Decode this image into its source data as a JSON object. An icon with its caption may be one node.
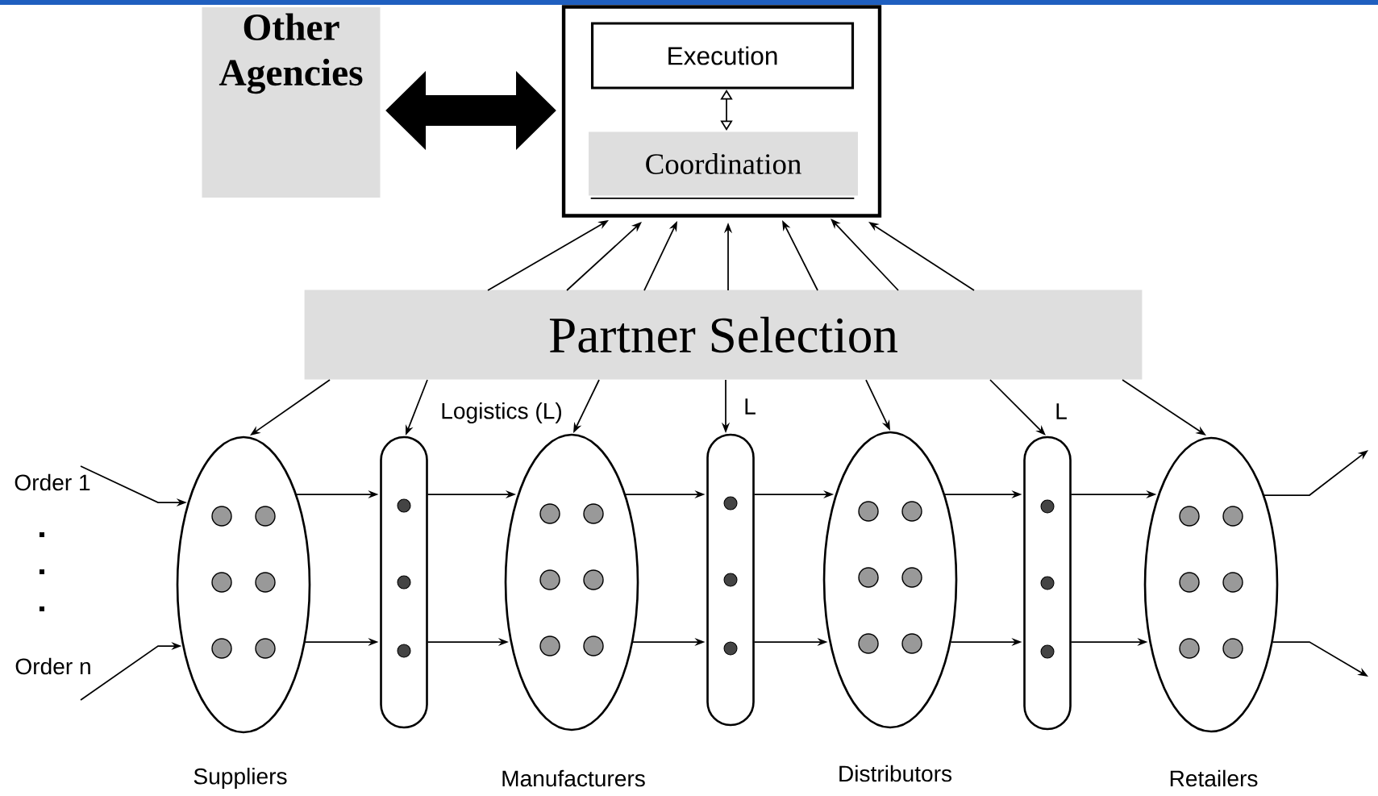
{
  "diagram": {
    "nodes": [
      {
        "text": [
          "Other Agencies"
        ]
      },
      {
        "text": [],
        "shape": "box"
      },
      {
        "text": [
          "Execution"
        ],
        "in": 1
      },
      {
        "text": [
          "Coordination"
        ],
        "in": 1
      },
      {
        "text": [
          "Partner Selection"
        ]
      },
      {
        "text": [
          "Suppliers"
        ]
      },
      {
        "text": [
          "Logistics (L)"
        ]
      },
      {
        "text": [
          "Manufacturers"
        ]
      },
      {
        "text": [
          "L"
        ]
      },
      {
        "text": [
          "Distributors"
        ]
      },
      {
        "text": [
          "L"
        ]
      },
      {
        "text": [
          "Retailers"
        ]
      },
      {
        "text": [
          "Order 1"
        ]
      },
      {
        "text": [
          "Order n"
        ]
      }
    ],
    "edges": [
      {
        "from": 0,
        "to": 1,
        "arrow": "both",
        "style": "thick"
      },
      {
        "from": 2,
        "to": 3,
        "arrow": "both"
      },
      {
        "from": 4,
        "to": 1,
        "arrow": "to"
      },
      {
        "from": 4,
        "to": 1,
        "arrow": "to"
      },
      {
        "from": 4,
        "to": 1,
        "arrow": "to"
      },
      {
        "from": 4,
        "to": 1,
        "arrow": "to"
      },
      {
        "from": 4,
        "to": 1,
        "arrow": "to"
      },
      {
        "from": 4,
        "to": 1,
        "arrow": "to"
      },
      {
        "from": 4,
        "to": 1,
        "arrow": "to"
      },
      {
        "from": 4,
        "to": 5,
        "arrow": "to"
      },
      {
        "from": 4,
        "to": 6,
        "arrow": "to"
      },
      {
        "from": 4,
        "to": 7,
        "arrow": "to"
      },
      {
        "from": 4,
        "to": 8,
        "arrow": "to"
      },
      {
        "from": 4,
        "to": 9,
        "arrow": "to"
      },
      {
        "from": 4,
        "to": 10,
        "arrow": "to"
      },
      {
        "from": 4,
        "to": 11,
        "arrow": "to"
      },
      {
        "from": 12,
        "to": 5,
        "arrow": "to"
      },
      {
        "from": 13,
        "to": 5,
        "arrow": "to"
      },
      {
        "from": 5,
        "to": 6,
        "arrow": "to"
      },
      {
        "from": 5,
        "to": 6,
        "arrow": "to"
      },
      {
        "from": 6,
        "to": 7,
        "arrow": "to"
      },
      {
        "from": 6,
        "to": 7,
        "arrow": "to"
      },
      {
        "from": 7,
        "to": 8,
        "arrow": "to"
      },
      {
        "from": 7,
        "to": 8,
        "arrow": "to"
      },
      {
        "from": 8,
        "to": 9,
        "arrow": "to"
      },
      {
        "from": 8,
        "to": 9,
        "arrow": "to"
      },
      {
        "from": 9,
        "to": 10,
        "arrow": "to"
      },
      {
        "from": 9,
        "to": 10,
        "arrow": "to"
      },
      {
        "from": 10,
        "to": 11,
        "arrow": "to"
      },
      {
        "from": 10,
        "to": 11,
        "arrow": "to"
      },
      {
        "from": 11,
        "to": null,
        "arrow": "to"
      },
      {
        "from": 11,
        "to": null,
        "arrow": "to"
      }
    ]
  }
}
